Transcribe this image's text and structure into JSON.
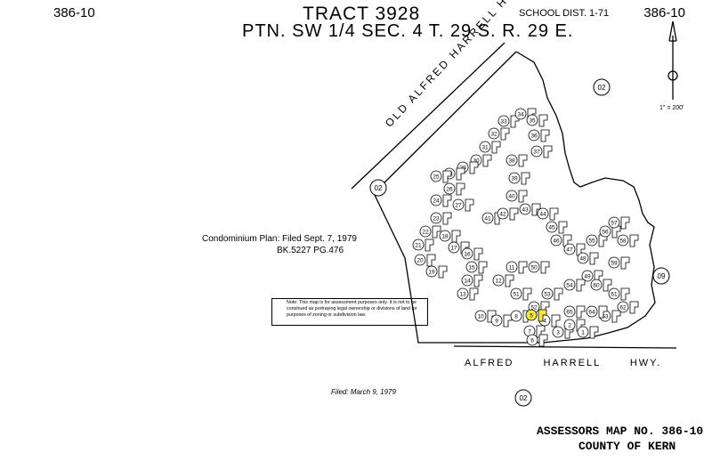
{
  "header": {
    "map_id_left": "386-10",
    "map_id_right": "386-10",
    "tract_title": "TRACT 3928",
    "section_line": "PTN. SW 1/4 SEC. 4 T. 29 S. R. 29 E.",
    "school_district": "SCHOOL DIST. 1-71"
  },
  "scale": {
    "label": "1\" = 200'"
  },
  "roads": {
    "old_highway": "OLD ALFRED HARRELL HWY.",
    "alfred_highway": "ALFRED HARRELL HWY."
  },
  "notes": {
    "condominium_plan": "Condominium Plan: Filed Sept. 7, 1979",
    "book_page": "BK.5227 PG.476",
    "assessment_note": "Note: This map is for assessment purposes only. It is not to be construed as portraying legal ownership or divisions of land for purposes of zoning or subdivision law.",
    "filed_date": "Filed: March 9, 1979"
  },
  "footer": {
    "assessors_map": "ASSESSORS MAP NO. 386-10",
    "county": "COUNTY OF KERN"
  },
  "parcel_refs": [
    {
      "label": "02"
    },
    {
      "label": "02"
    },
    {
      "label": "09"
    },
    {
      "label": "02"
    }
  ],
  "highlighted_unit": {
    "label": "5",
    "color": "#f5e642"
  },
  "units": [
    {
      "label": "33"
    },
    {
      "label": "34"
    },
    {
      "label": "35"
    },
    {
      "label": "32"
    },
    {
      "label": "36"
    },
    {
      "label": "31"
    },
    {
      "label": "37"
    },
    {
      "label": "30"
    },
    {
      "label": "29"
    },
    {
      "label": "28"
    },
    {
      "label": "25"
    },
    {
      "label": "26"
    },
    {
      "label": "27"
    },
    {
      "label": "24"
    },
    {
      "label": "38"
    },
    {
      "label": "39"
    },
    {
      "label": "40"
    },
    {
      "label": "23"
    },
    {
      "label": "22"
    },
    {
      "label": "21"
    },
    {
      "label": "20"
    },
    {
      "label": "19"
    },
    {
      "label": "18"
    },
    {
      "label": "17"
    },
    {
      "label": "16"
    },
    {
      "label": "41"
    },
    {
      "label": "42"
    },
    {
      "label": "43"
    },
    {
      "label": "44"
    },
    {
      "label": "45"
    },
    {
      "label": "46"
    },
    {
      "label": "47"
    },
    {
      "label": "48"
    },
    {
      "label": "49"
    },
    {
      "label": "50"
    },
    {
      "label": "51"
    },
    {
      "label": "52"
    },
    {
      "label": "53"
    },
    {
      "label": "54"
    },
    {
      "label": "55"
    },
    {
      "label": "56"
    },
    {
      "label": "57"
    },
    {
      "label": "58"
    },
    {
      "label": "59"
    },
    {
      "label": "60"
    },
    {
      "label": "61"
    },
    {
      "label": "62"
    },
    {
      "label": "63"
    },
    {
      "label": "64"
    },
    {
      "label": "65"
    },
    {
      "label": "15"
    },
    {
      "label": "14"
    },
    {
      "label": "13"
    },
    {
      "label": "12"
    },
    {
      "label": "11"
    },
    {
      "label": "10"
    },
    {
      "label": "9"
    },
    {
      "label": "8"
    },
    {
      "label": "7"
    },
    {
      "label": "6"
    },
    {
      "label": "4"
    },
    {
      "label": "3"
    },
    {
      "label": "2"
    },
    {
      "label": "1"
    }
  ]
}
